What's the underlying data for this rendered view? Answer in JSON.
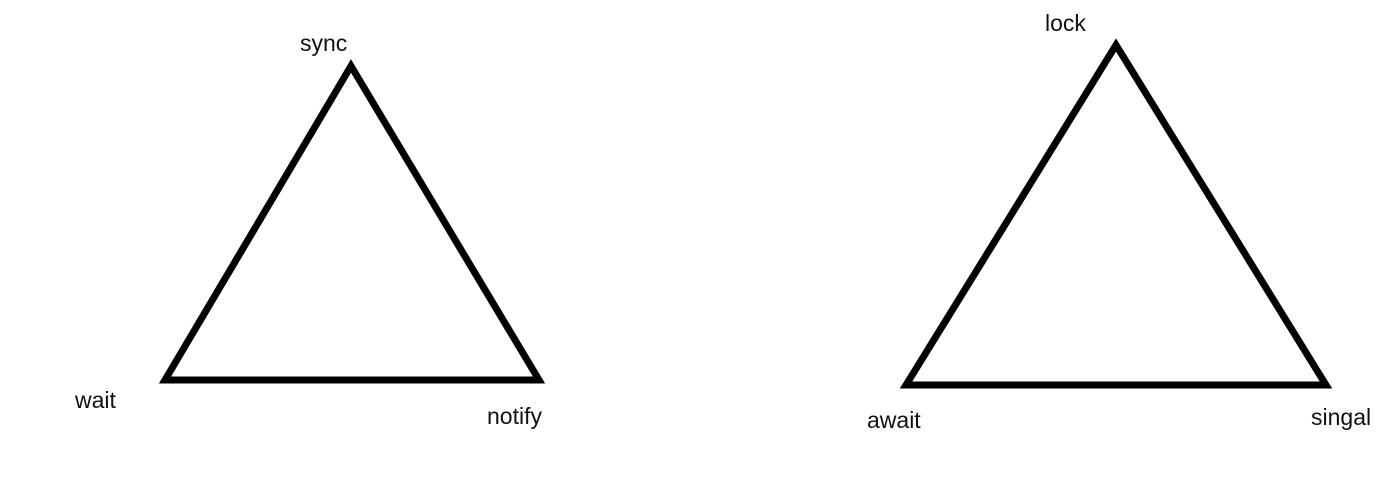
{
  "diagrams": [
    {
      "vertices": {
        "top": "sync",
        "left": "wait",
        "right": "notify"
      }
    },
    {
      "vertices": {
        "top": "lock",
        "left": "await",
        "right": "singal"
      }
    }
  ],
  "colors": {
    "background": "#ffffff",
    "stroke": "#000000",
    "text": "#111111"
  }
}
